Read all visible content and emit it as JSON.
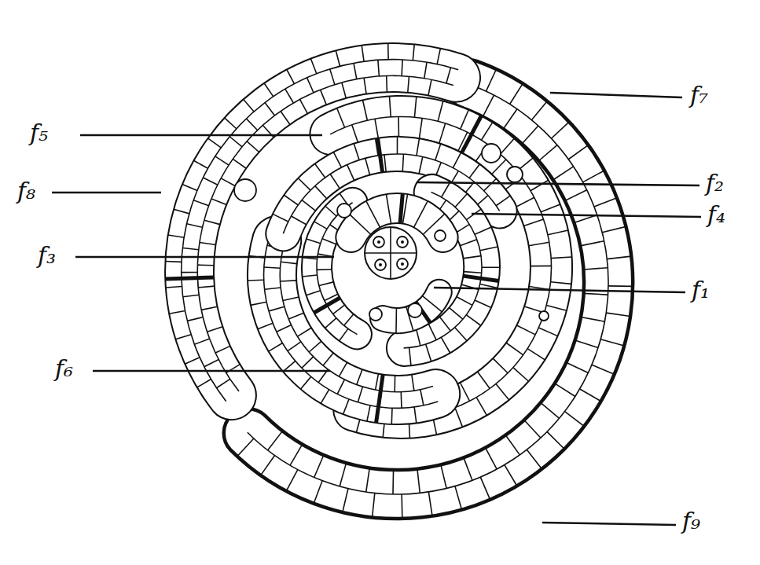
{
  "diagram": {
    "labels": [
      "f₇",
      "f₅",
      "f₂",
      "f₈",
      "f₃",
      "f₄",
      "f₁",
      "f₆",
      "f₉"
    ]
  }
}
